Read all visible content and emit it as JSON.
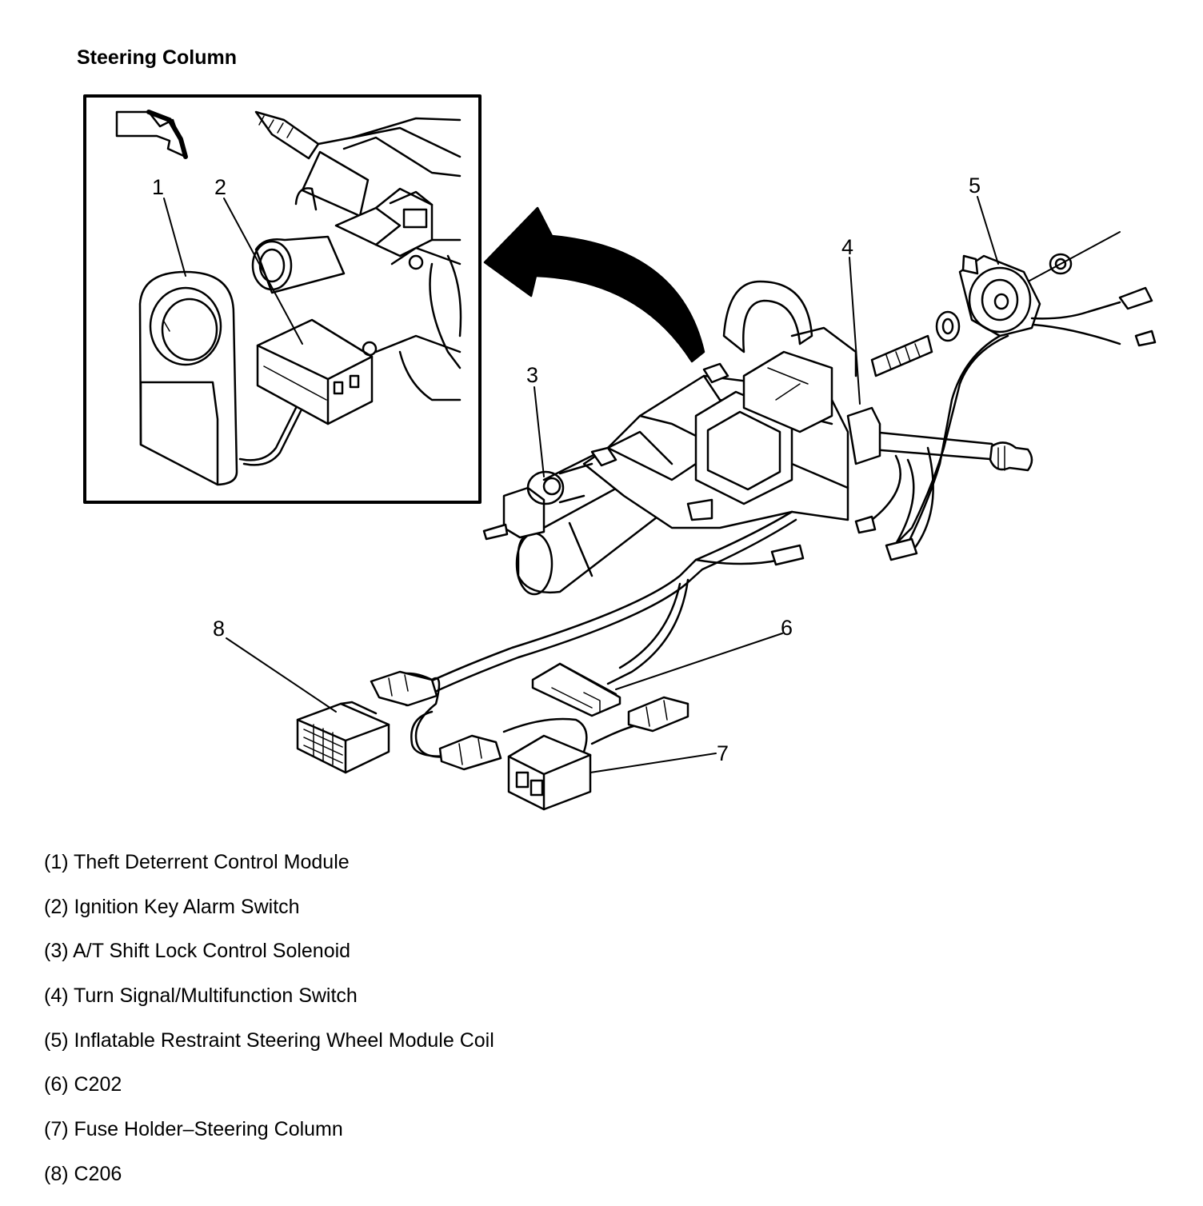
{
  "title": "Steering Column",
  "callouts": [
    {
      "number": "1",
      "label": "Theft Deterrent Control Module"
    },
    {
      "number": "2",
      "label": "Ignition Key Alarm Switch"
    },
    {
      "number": "3",
      "label": "A/T Shift Lock Control Solenoid"
    },
    {
      "number": "4",
      "label": "Turn Signal/Multifunction Switch"
    },
    {
      "number": "5",
      "label": "Inflatable Restraint Steering Wheel Module Coil"
    },
    {
      "number": "6",
      "label": "C202"
    },
    {
      "number": "7",
      "label": "Fuse Holder–Steering Column"
    },
    {
      "number": "8",
      "label": "C206"
    }
  ],
  "legend": [
    "(1) Theft Deterrent Control Module",
    "(2) Ignition Key Alarm Switch",
    "(3) A/T Shift Lock Control Solenoid",
    "(4) Turn Signal/Multifunction Switch",
    "(5) Inflatable Restraint Steering Wheel Module Coil",
    "(6) C202",
    "(7) Fuse Holder–Steering Column",
    "(8) C206"
  ]
}
